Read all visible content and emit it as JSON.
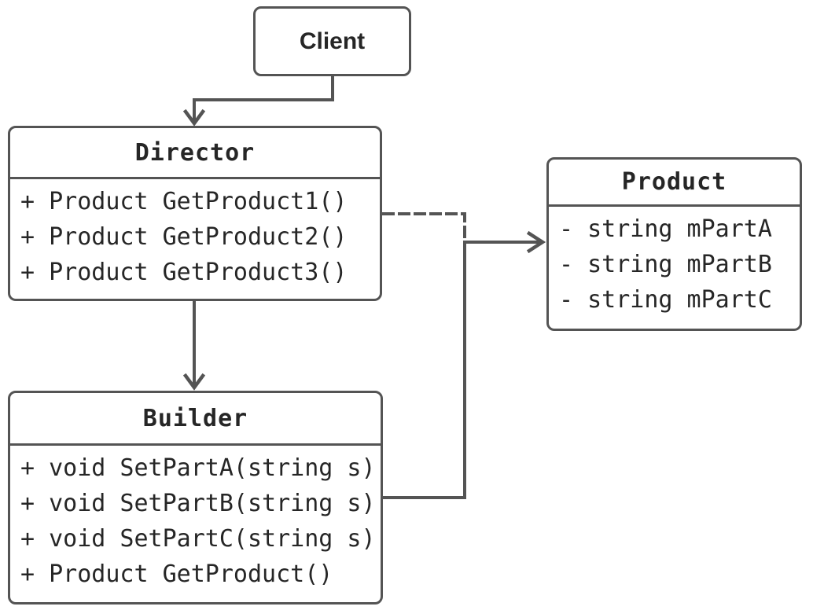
{
  "diagram": {
    "colors": {
      "background": "#ffffff",
      "stroke": "#545454",
      "text": "#262626"
    },
    "classes": {
      "client": {
        "name": "Client",
        "members": []
      },
      "director": {
        "name": "Director",
        "members": [
          "+ Product GetProduct1()",
          "+ Product GetProduct2()",
          "+ Product GetProduct3()"
        ]
      },
      "builder": {
        "name": "Builder",
        "members": [
          "+ void SetPartA(string s)",
          "+ void SetPartB(string s)",
          "+ void SetPartC(string s)",
          "+ Product GetProduct()"
        ]
      },
      "product": {
        "name": "Product",
        "members": [
          "- string mPartA",
          "- string mPartB",
          "- string mPartC"
        ]
      }
    },
    "relationships": [
      {
        "from": "Client",
        "to": "Director",
        "type": "solid-arrow"
      },
      {
        "from": "Director",
        "to": "Builder",
        "type": "solid-arrow"
      },
      {
        "from": "Director",
        "to": "Product",
        "type": "dashed-dependency"
      },
      {
        "from": "Builder",
        "to": "Product",
        "type": "solid-arrow"
      }
    ]
  }
}
